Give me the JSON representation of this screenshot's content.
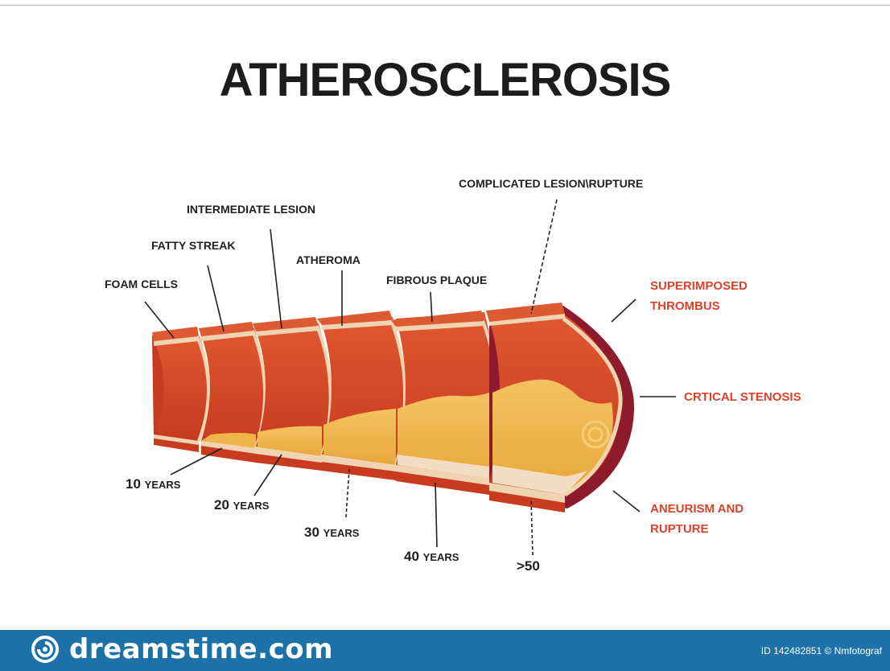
{
  "title": "ATHEROSCLEROSIS",
  "top_labels": {
    "foam_cells": "FOAM CELLS",
    "fatty_streak": "FATTY STREAK",
    "intermediate_lesion": "INTERMEDIATE LESION",
    "atheroma": "ATHEROMA",
    "fibrous_plaque": "FIBROUS PLAQUE",
    "complicated_lesion": "COMPLICATED LESION\\RUPTURE"
  },
  "right_labels": {
    "thrombus_1": "SUPERIMPOSED",
    "thrombus_2": "THROMBUS",
    "stenosis": "CRTICAL STENOSIS",
    "aneurism_1": "ANEURISM AND",
    "aneurism_2": "RUPTURE"
  },
  "ages": [
    {
      "num": "10",
      "unit": "YEARS"
    },
    {
      "num": "20",
      "unit": "YEARS"
    },
    {
      "num": "30",
      "unit": "YEARS"
    },
    {
      "num": "40",
      "unit": "YEARS"
    },
    {
      "num": ">50",
      "unit": ""
    }
  ],
  "footer": {
    "brand": "dreamstime.com",
    "image_id": "ID 142482851 © Nmfotograf"
  },
  "colors": {
    "vessel_red": "#d84a26",
    "vessel_dark": "#b5301a",
    "intima": "#f0d3b0",
    "plaque": "#f0b548",
    "adventitia": "#8e1b2c",
    "label_red": "#d9432a",
    "footer_bg": "#1c72a8"
  }
}
